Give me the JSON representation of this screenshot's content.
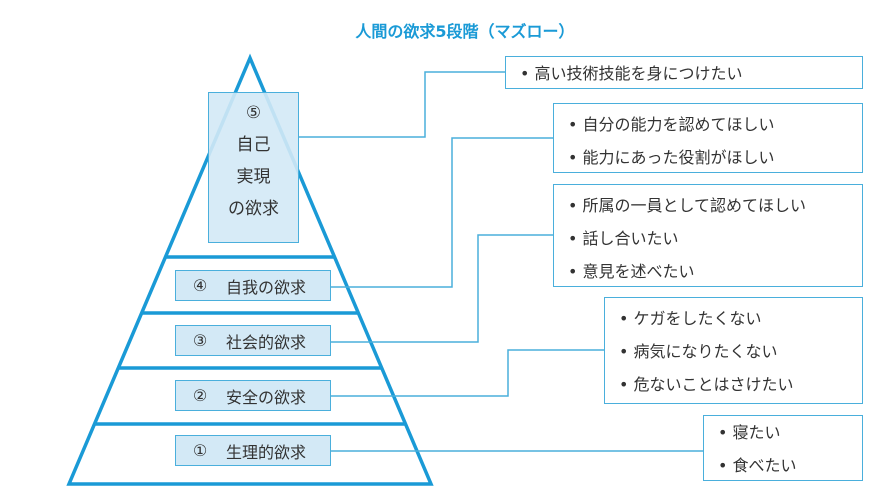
{
  "title": "人間の欲求5段階（マズロー）",
  "colors": {
    "accent": "#1a9ad6",
    "box_fill": "#d3e9f6",
    "box_border": "#4aafdc"
  },
  "levels": [
    {
      "num": "⑤",
      "lines": [
        "自己",
        "実現",
        "の欲求"
      ]
    },
    {
      "num": "④",
      "name": "自我の欲求"
    },
    {
      "num": "③",
      "name": "社会的欲求"
    },
    {
      "num": "②",
      "name": "安全の欲求"
    },
    {
      "num": "①",
      "name": "生理的欲求"
    }
  ],
  "examples": [
    [
      "• 高い技術技能を身につけたい"
    ],
    [
      "• 自分の能力を認めてほしい",
      "• 能力にあった役割がほしい"
    ],
    [
      "• 所属の一員として認めてほしい",
      "• 話し合いたい",
      "• 意見を述べたい"
    ],
    [
      "• ケガをしたくない",
      "• 病気になりたくない",
      "• 危ないことはさけたい"
    ],
    [
      "• 寝たい",
      "• 食べたい"
    ]
  ]
}
